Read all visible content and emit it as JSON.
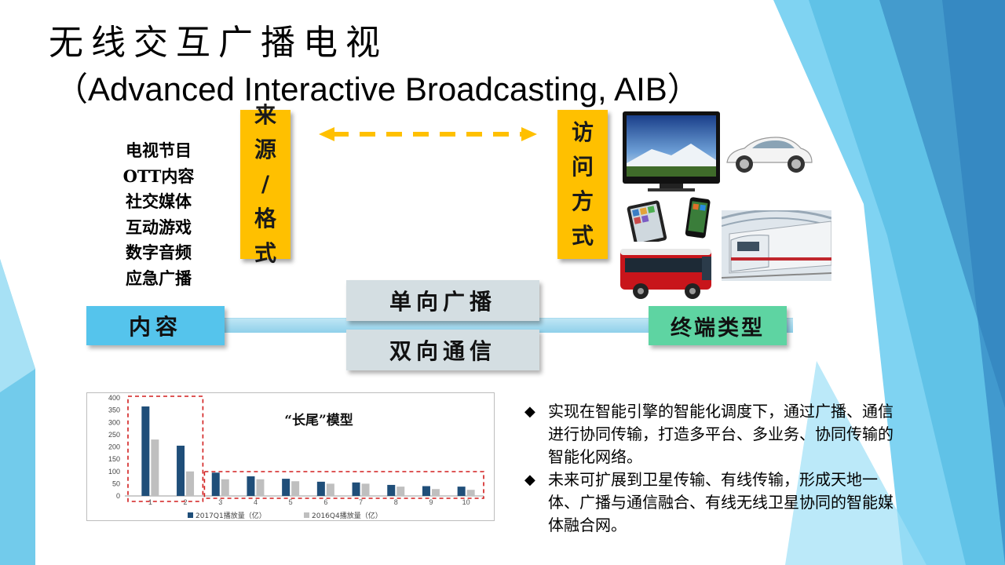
{
  "title": {
    "line1": "无线交互广播电视",
    "line2": "（Advanced Interactive Broadcasting, AIB）"
  },
  "content_types": [
    "电视节目",
    "OTT内容",
    "社交媒体",
    "互动游戏",
    "数字音频",
    "应急广播"
  ],
  "source_box": {
    "chars": [
      "来",
      "源",
      "/",
      "格",
      "式"
    ]
  },
  "access_box": {
    "chars": [
      "访",
      "问",
      "方",
      "式"
    ]
  },
  "labels": {
    "content": "内容",
    "terminal": "终端类型",
    "broadcast": "单向广播",
    "communication": "双向通信"
  },
  "chart_data": {
    "type": "bar",
    "title": "“长尾”模型",
    "categories": [
      "1",
      "2",
      "3",
      "4",
      "5",
      "6",
      "7",
      "8",
      "9",
      "10"
    ],
    "ylim": [
      0,
      400
    ],
    "yticks": [
      "0",
      "50",
      "100",
      "150",
      "200",
      "250",
      "300",
      "350",
      "400"
    ],
    "series": [
      {
        "name": "2017Q1播放量（亿）",
        "color": "#1F4E79",
        "values": [
          365,
          205,
          95,
          80,
          70,
          58,
          55,
          45,
          40,
          38
        ]
      },
      {
        "name": "2016Q4播放量（亿）",
        "color": "#BFBFBF",
        "values": [
          230,
          100,
          68,
          68,
          60,
          50,
          50,
          38,
          28,
          25
        ]
      }
    ],
    "grid": false,
    "legend": "bottom"
  },
  "bullets": [
    "实现在智能引擎的智能化调度下，通过广播、通信进行协同传输，打造多平台、多业务、协同传输的智能化网络。",
    "未来可扩展到卫星传输、有线传输，形成天地一体、广播与通信融合、有线无线卫星协同的智能媒体融合网。"
  ],
  "colors": {
    "accent_yellow": "#FFC000",
    "content_blue": "#55C4EC",
    "terminal_green": "#5ED4A2",
    "channel_gray": "#D4DEE2"
  }
}
